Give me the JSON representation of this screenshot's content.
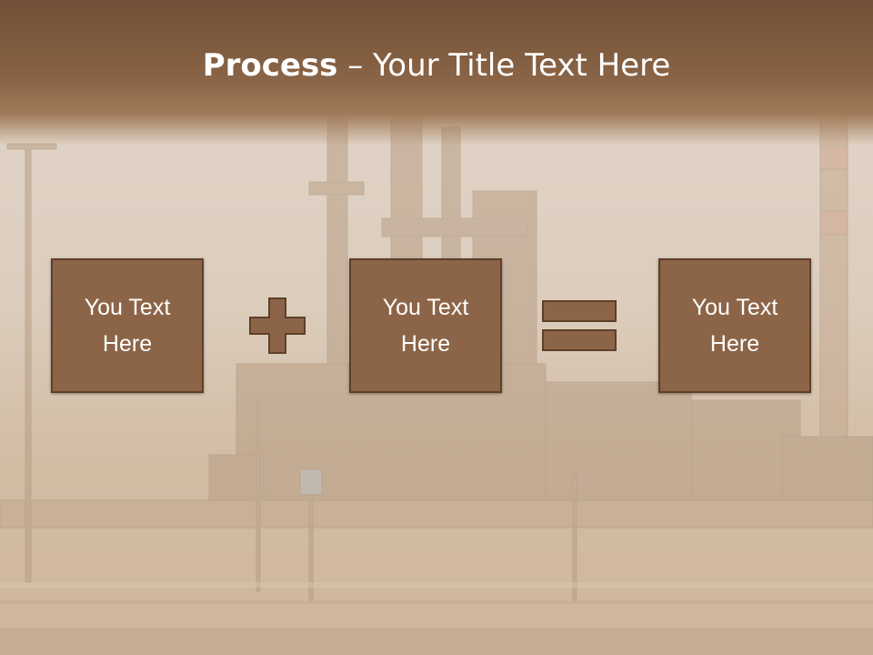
{
  "slide": {
    "title_bold": "Process",
    "title_rest": " – Your Title Text Here"
  },
  "boxes": [
    {
      "text": "You Text\nHere"
    },
    {
      "text": "You Text\nHere"
    },
    {
      "text": "You Text\nHere"
    }
  ],
  "colors": {
    "header": "#7a5a40",
    "box_fill": "#8c6548",
    "box_border": "#5e3f29",
    "operator_fill": "#8c6548"
  },
  "icons": [
    "plus-icon",
    "equals-icon"
  ]
}
